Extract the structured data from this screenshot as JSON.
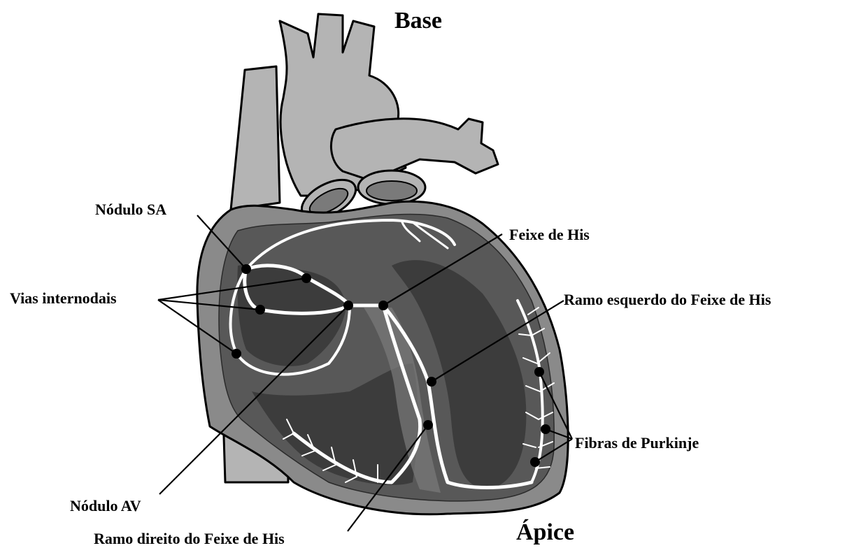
{
  "labels": {
    "base": "Base",
    "apex": "Ápice",
    "sa_node": "Nódulo SA",
    "bundle_of_his": "Feixe de His",
    "internodal_pathways": "Vias internodais",
    "left_bundle_branch": "Ramo esquerdo do Feixe de His",
    "purkinje_fibers": "Fibras de Purkinje",
    "av_node": "Nódulo AV",
    "right_bundle_branch": "Ramo direito do Feixe de His"
  },
  "colors": {
    "vessel_fill": "#b4b4b4",
    "heart_outer": "#8a8a8a",
    "heart_inner": "#585858",
    "chamber_dark": "#3c3c3c",
    "conduction_path": "#ffffff",
    "outline": "#000000"
  }
}
